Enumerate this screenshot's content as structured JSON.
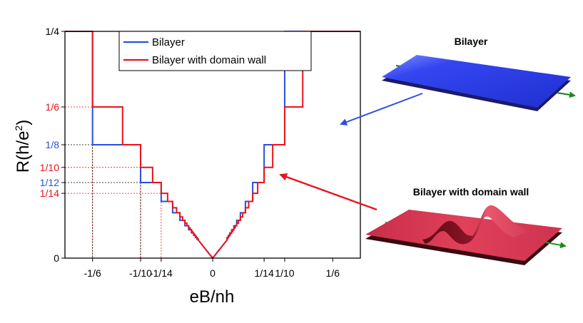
{
  "chart_data": {
    "type": "line",
    "xlabel": "eB/nh",
    "ylabel": "R(h/e²)",
    "ylabel_main": "R(h/e",
    "ylabel_sup": "2",
    "ylabel_close": ")",
    "xlim": [
      -0.205,
      0.205
    ],
    "ylim": [
      0,
      0.25
    ],
    "xticks": [
      {
        "value": -0.16667,
        "label": "-1/6"
      },
      {
        "value": -0.1,
        "label": "-1/10"
      },
      {
        "value": -0.07143,
        "label": "-1/14"
      },
      {
        "value": 0,
        "label": "0"
      },
      {
        "value": 0.07143,
        "label": "1/14"
      },
      {
        "value": 0.1,
        "label": "1/10"
      },
      {
        "value": 0.16667,
        "label": "1/6"
      }
    ],
    "yticks": [
      {
        "value": 0.25,
        "label": "1/4",
        "color": "#000000"
      },
      {
        "value": 0.16667,
        "label": "1/6",
        "color": "#e8141c"
      },
      {
        "value": 0.125,
        "label": "1/8",
        "color": "#2a4fe0"
      },
      {
        "value": 0.1,
        "label": "1/10",
        "color": "#e8141c"
      },
      {
        "value": 0.08333,
        "label": "1/12",
        "color": "#2a4fe0"
      },
      {
        "value": 0.07143,
        "label": "1/14",
        "color": "#e8141c"
      },
      {
        "value": 0,
        "label": "0",
        "color": "#000000"
      }
    ],
    "guides": [
      {
        "y": 0.16667,
        "x": -0.16667,
        "color": "#e8141c"
      },
      {
        "y": 0.125,
        "x": -0.16667,
        "color": "#000000"
      },
      {
        "y": 0.1,
        "x": -0.1,
        "color": "#e8141c"
      },
      {
        "y": 0.08333,
        "x": -0.1,
        "color": "#000000"
      },
      {
        "y": 0.07143,
        "x": -0.07143,
        "color": "#e8141c"
      }
    ],
    "legend": {
      "position": "top-center"
    },
    "series": [
      {
        "name": "Bilayer",
        "color": "#2a4fe0",
        "steps": [
          [
            0.25,
            0.16667
          ],
          [
            0.125,
            0.1
          ],
          [
            0.08333,
            0.07143
          ],
          [
            0.0625,
            0.05556
          ],
          [
            0.05,
            0.04545
          ],
          [
            0.04167,
            0.03846
          ],
          [
            0.03571,
            0.03333
          ],
          [
            0.03125,
            0.02941
          ],
          [
            0.02778,
            0.02632
          ],
          [
            0.025,
            0.02381
          ],
          [
            0.02273,
            0.02174
          ],
          [
            0.02083,
            0.02
          ]
        ]
      },
      {
        "name": "Bilayer with domain wall",
        "color": "#e8141c",
        "steps": [
          [
            0.25,
            0.16667
          ],
          [
            0.16667,
            0.125
          ],
          [
            0.125,
            0.1
          ],
          [
            0.1,
            0.08333
          ],
          [
            0.08333,
            0.07143
          ],
          [
            0.07143,
            0.0625
          ],
          [
            0.0625,
            0.05556
          ],
          [
            0.05556,
            0.05
          ],
          [
            0.05,
            0.04545
          ],
          [
            0.04545,
            0.04167
          ],
          [
            0.04167,
            0.03846
          ],
          [
            0.03846,
            0.03571
          ],
          [
            0.03571,
            0.03333
          ],
          [
            0.03333,
            0.03125
          ],
          [
            0.03125,
            0.02941
          ],
          [
            0.02941,
            0.02778
          ],
          [
            0.02778,
            0.02632
          ],
          [
            0.02632,
            0.025
          ],
          [
            0.025,
            0.02381
          ],
          [
            0.02381,
            0.02273
          ],
          [
            0.02273,
            0.02174
          ],
          [
            0.02174,
            0.02083
          ],
          [
            0.02083,
            0.02
          ]
        ]
      }
    ]
  },
  "panels": {
    "bilayer": {
      "label": "Bilayer",
      "sheet_color": "#2a3fe0",
      "arrow_color": "#2a4fe0",
      "flow_arrow_color": "#1e7a1e"
    },
    "domain_wall": {
      "label": "Bilayer with domain wall",
      "sheet_color": "#d83650",
      "arrow_color": "#e8141c",
      "flow_arrow_color": "#1e9a1e"
    }
  }
}
